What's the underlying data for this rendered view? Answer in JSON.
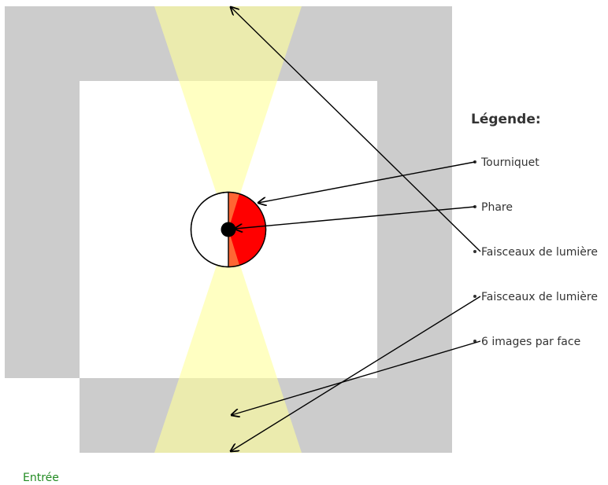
{
  "legend": {
    "title": "Légende:",
    "items": [
      {
        "label": "Tourniquet"
      },
      {
        "label": "Phare"
      },
      {
        "label": "Faisceaux de lumière"
      },
      {
        "label": "Faisceaux de lumière"
      },
      {
        "label": "6 images par face"
      }
    ]
  },
  "entrance": {
    "label": "Entrée"
  },
  "colors": {
    "wall": "#cccccc",
    "floor": "#ffffff",
    "beam": "#ffff99",
    "turnstile": "#ff0000",
    "turnstile_edge": "#ff6633",
    "beacon": "#000000",
    "entrance_text": "#228b22"
  }
}
